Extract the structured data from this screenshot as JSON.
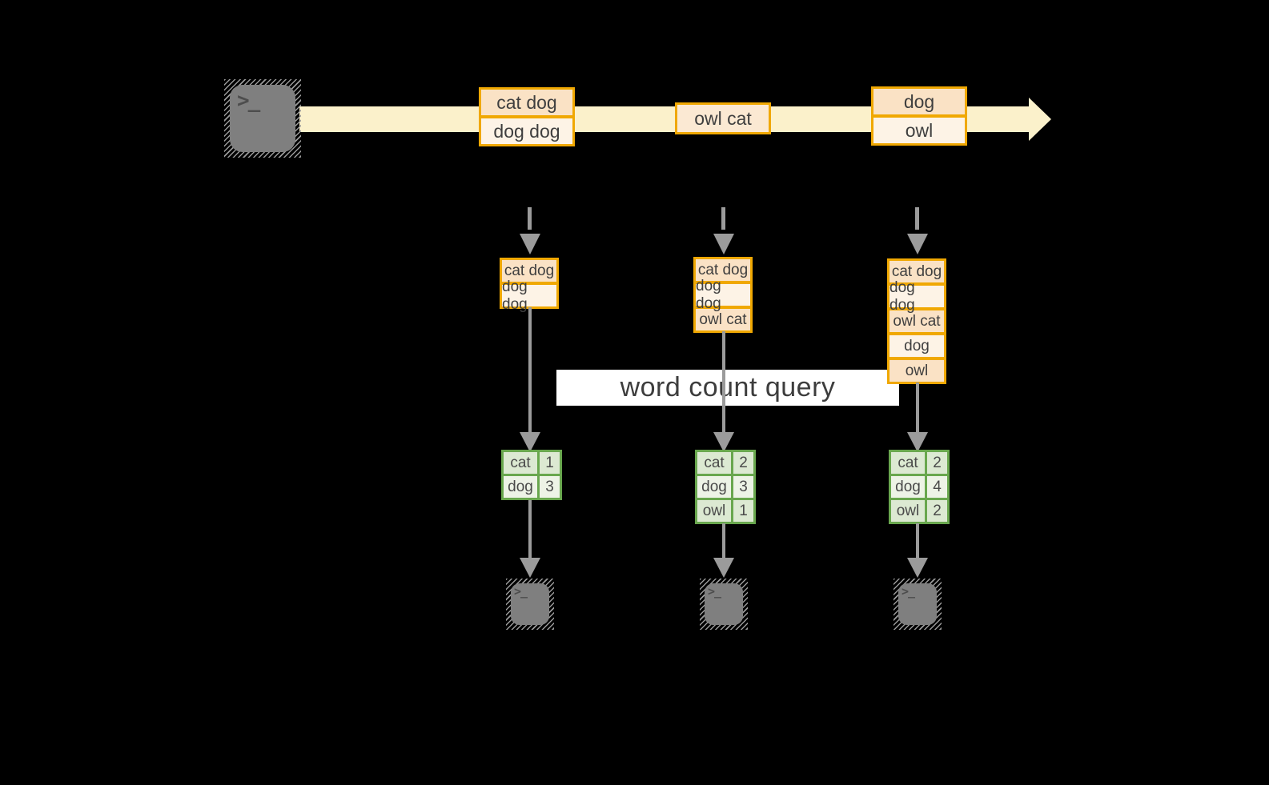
{
  "colors": {
    "background": "#000000",
    "band": "#FBF1CB",
    "gold": "#F0A802",
    "peach": "#FAE2C5",
    "cream": "#FDF3E6",
    "mid": "#FBE9D3",
    "green": "#69A74E",
    "cell_dark": "#DCE9D2",
    "cell_light": "#EDF3E6",
    "arrow": "#9B9B9B",
    "terminal": "#7F7F7F",
    "ink": "#3F3F3F"
  },
  "source": {
    "glyph": ">_"
  },
  "stream": {
    "batches": [
      [
        "cat dog",
        "dog dog"
      ],
      [
        "owl cat"
      ],
      [
        "dog",
        "owl"
      ]
    ]
  },
  "banner": {
    "label": "word count query"
  },
  "columns": [
    {
      "micro_batch": [
        "cat dog",
        "dog dog"
      ],
      "word_counts": [
        [
          "cat",
          "1"
        ],
        [
          "dog",
          "3"
        ]
      ],
      "sink_glyph": ">_"
    },
    {
      "micro_batch": [
        "cat dog",
        "dog dog",
        "owl cat"
      ],
      "word_counts": [
        [
          "cat",
          "2"
        ],
        [
          "dog",
          "3"
        ],
        [
          "owl",
          "1"
        ]
      ],
      "sink_glyph": ">_"
    },
    {
      "micro_batch": [
        "cat dog",
        "dog dog",
        "owl cat",
        "dog",
        "owl"
      ],
      "word_counts": [
        [
          "cat",
          "2"
        ],
        [
          "dog",
          "4"
        ],
        [
          "owl",
          "2"
        ]
      ],
      "sink_glyph": ">_"
    }
  ]
}
